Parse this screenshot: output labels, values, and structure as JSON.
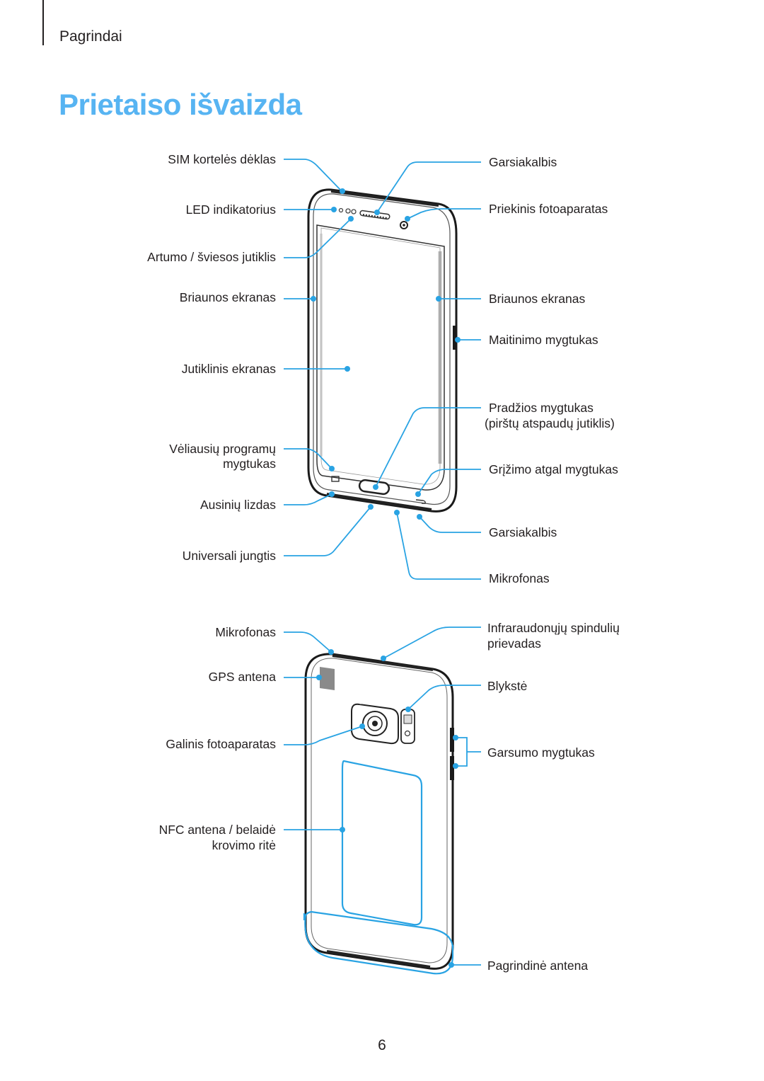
{
  "header": {
    "section": "Pagrindai"
  },
  "title": "Prietaiso išvaizda",
  "front_view": {
    "left_labels": [
      "SIM kortelės dėklas",
      "LED indikatorius",
      "Artumo / šviesos jutiklis",
      "Briaunos ekranas",
      "Jutiklinis ekranas",
      "Vėliausių programų",
      "mygtukas",
      "Ausinių lizdas",
      "Universali jungtis"
    ],
    "right_labels": [
      "Garsiakalbis",
      "Priekinis fotoaparatas",
      "Briaunos ekranas",
      "Maitinimo mygtukas",
      "Pradžios mygtukas",
      "(pirštų atspaudų jutiklis)",
      "Grįžimo atgal mygtukas",
      "Garsiakalbis",
      "Mikrofonas"
    ]
  },
  "back_view": {
    "left_labels": [
      "Mikrofonas",
      "GPS antena",
      "Galinis fotoaparatas",
      "NFC antena / belaidė",
      "krovimo ritė"
    ],
    "right_labels": [
      "Infraraudonųjų spindulių",
      "prievadas",
      "Blykstė",
      "Garsumo mygtukas",
      "Pagrindinė antena"
    ]
  },
  "footer": {
    "page_number": "6"
  },
  "colors": {
    "title": "#57b4f2",
    "leader": "#29a3e3",
    "text": "#231f20"
  }
}
